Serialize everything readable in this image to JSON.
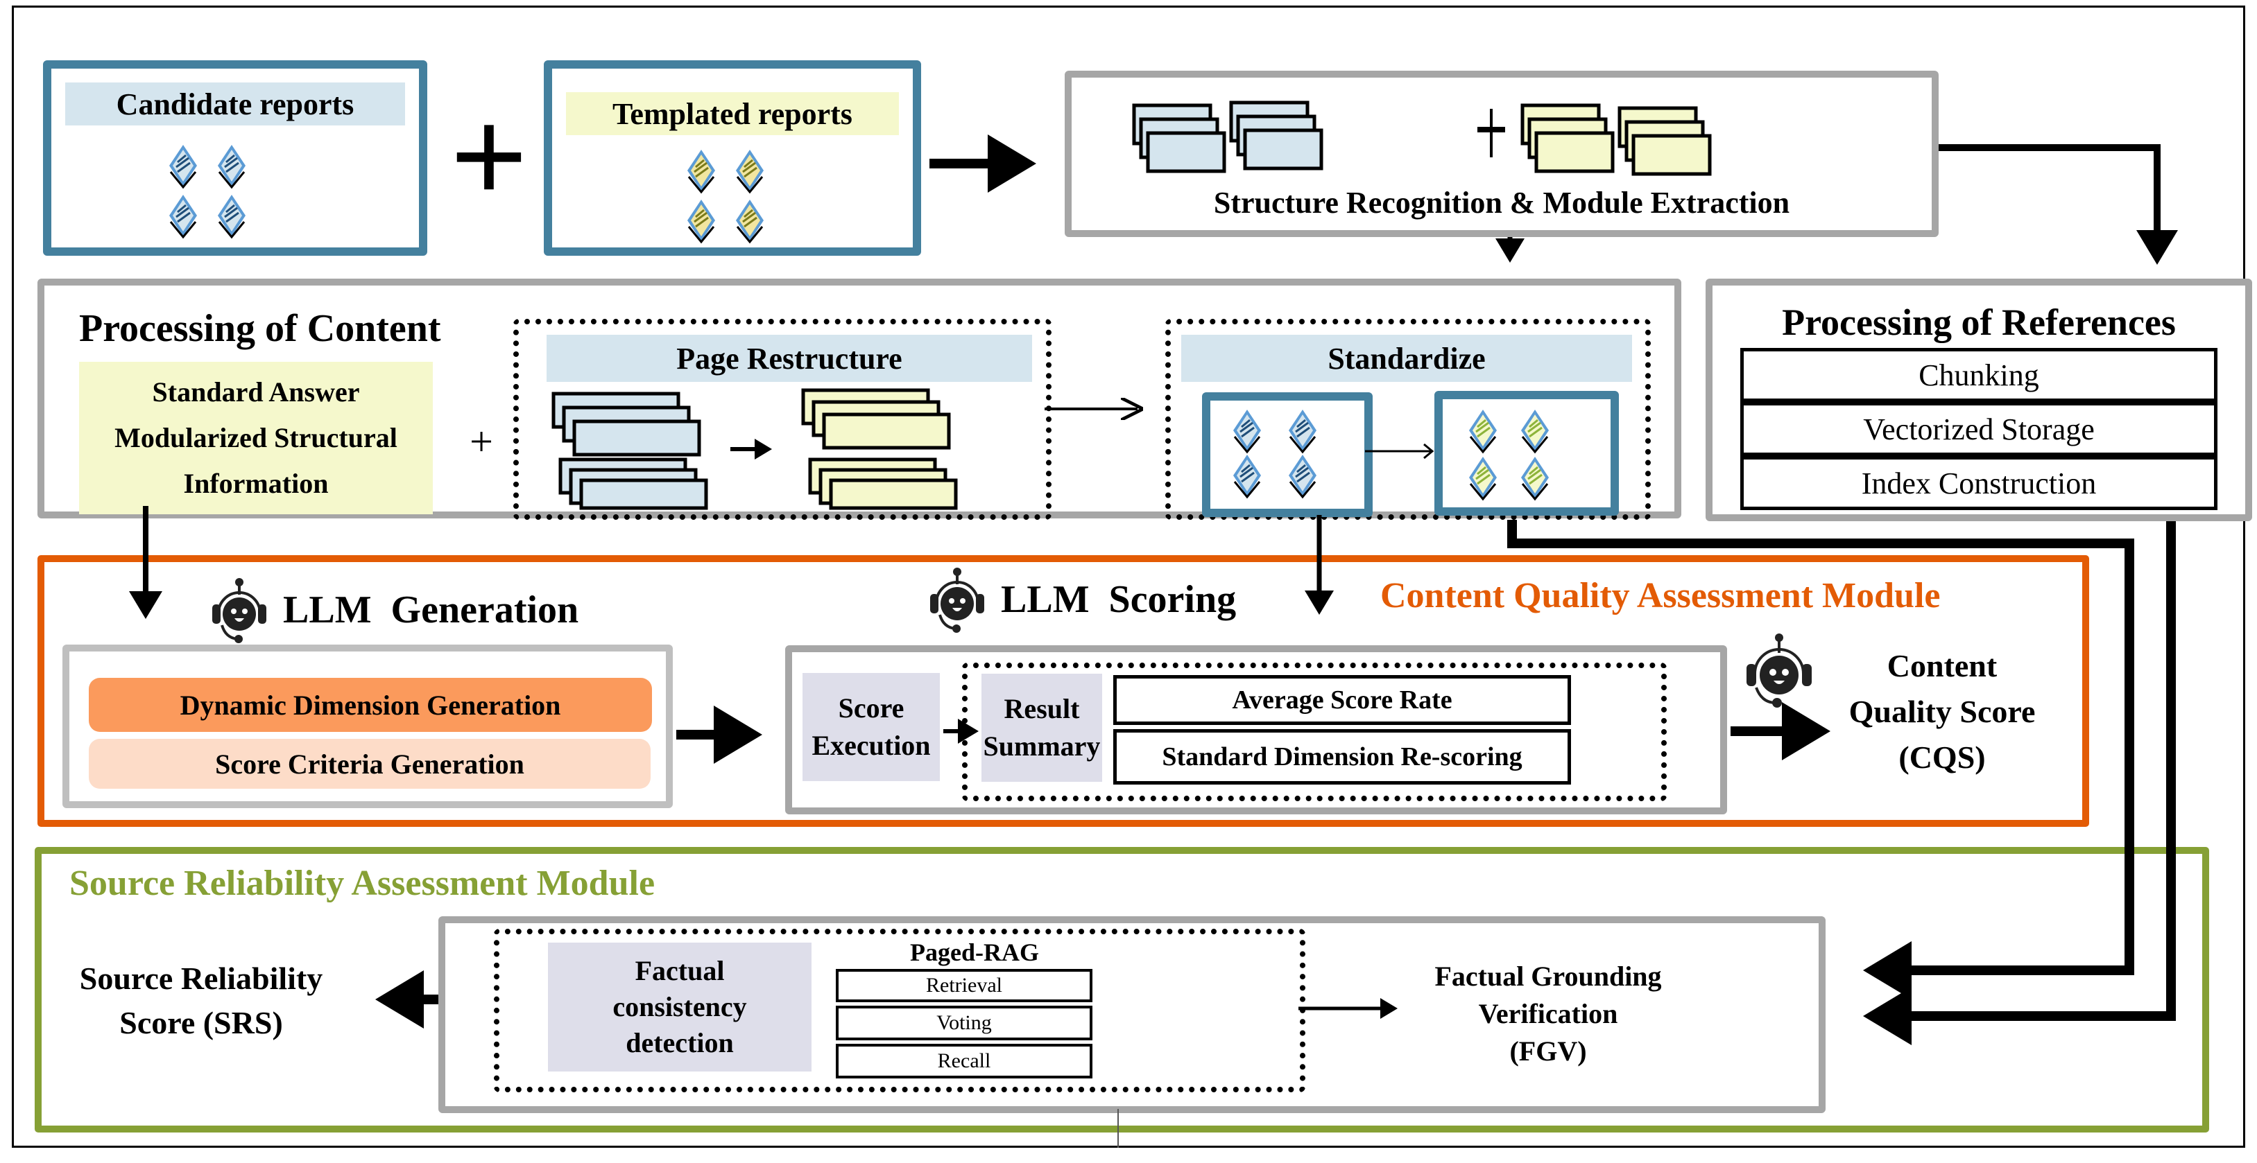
{
  "inputs": {
    "candidate_label": "Candidate reports",
    "templated_label": "Templated reports",
    "plus": "+"
  },
  "structure": {
    "label": "Structure Recognition & Module Extraction",
    "plus": "+"
  },
  "content_processing": {
    "title": "Processing of Content",
    "standard_lines": [
      "Standard Answer",
      "Modularized Structural",
      "Information"
    ],
    "plus": "+",
    "page_restructure_label": "Page Restructure",
    "standardize_label": "Standardize"
  },
  "reference_processing": {
    "title": "Processing of References",
    "steps": [
      "Chunking",
      "Vectorized Storage",
      "Index Construction"
    ]
  },
  "cqa_module": {
    "title": "Content Quality Assessment Module",
    "title_color": "#e35b05",
    "llm_generation_label": "LLM  Generation",
    "llm_scoring_label": "LLM  Scoring",
    "generation_items": [
      "Dynamic Dimension Generation",
      "Score Criteria Generation"
    ],
    "score_execution": [
      "Score",
      "Execution"
    ],
    "result_summary": [
      "Result",
      "Summary"
    ],
    "summary_items": [
      "Average Score Rate",
      "Standard Dimension Re-scoring"
    ],
    "output_lines": [
      "Content",
      "Quality Score",
      "(CQS)"
    ]
  },
  "sra_module": {
    "title": "Source Reliability Assessment Module",
    "title_color": "#86a035",
    "output_lines": [
      "Source Reliability",
      "Score (SRS)"
    ],
    "factual_lines": [
      "Factual",
      "consistency",
      "detection"
    ],
    "paged_rag_label": "Paged-RAG",
    "rag_steps": [
      "Retrieval",
      "Voting",
      "Recall"
    ],
    "fgv_lines": [
      "Factual Grounding",
      "Verification",
      "(FGV)"
    ]
  },
  "colors": {
    "blue_frame": "#44809e",
    "light_blue": "#d5e5ee",
    "light_yellow": "#f5f8cc",
    "orange": "#e35b05",
    "green": "#86a035",
    "gen_orange": "#fb9a5c",
    "gen_peach": "#fddcc8",
    "lavender": "#dedeea",
    "gray": "#a6a6a6"
  }
}
